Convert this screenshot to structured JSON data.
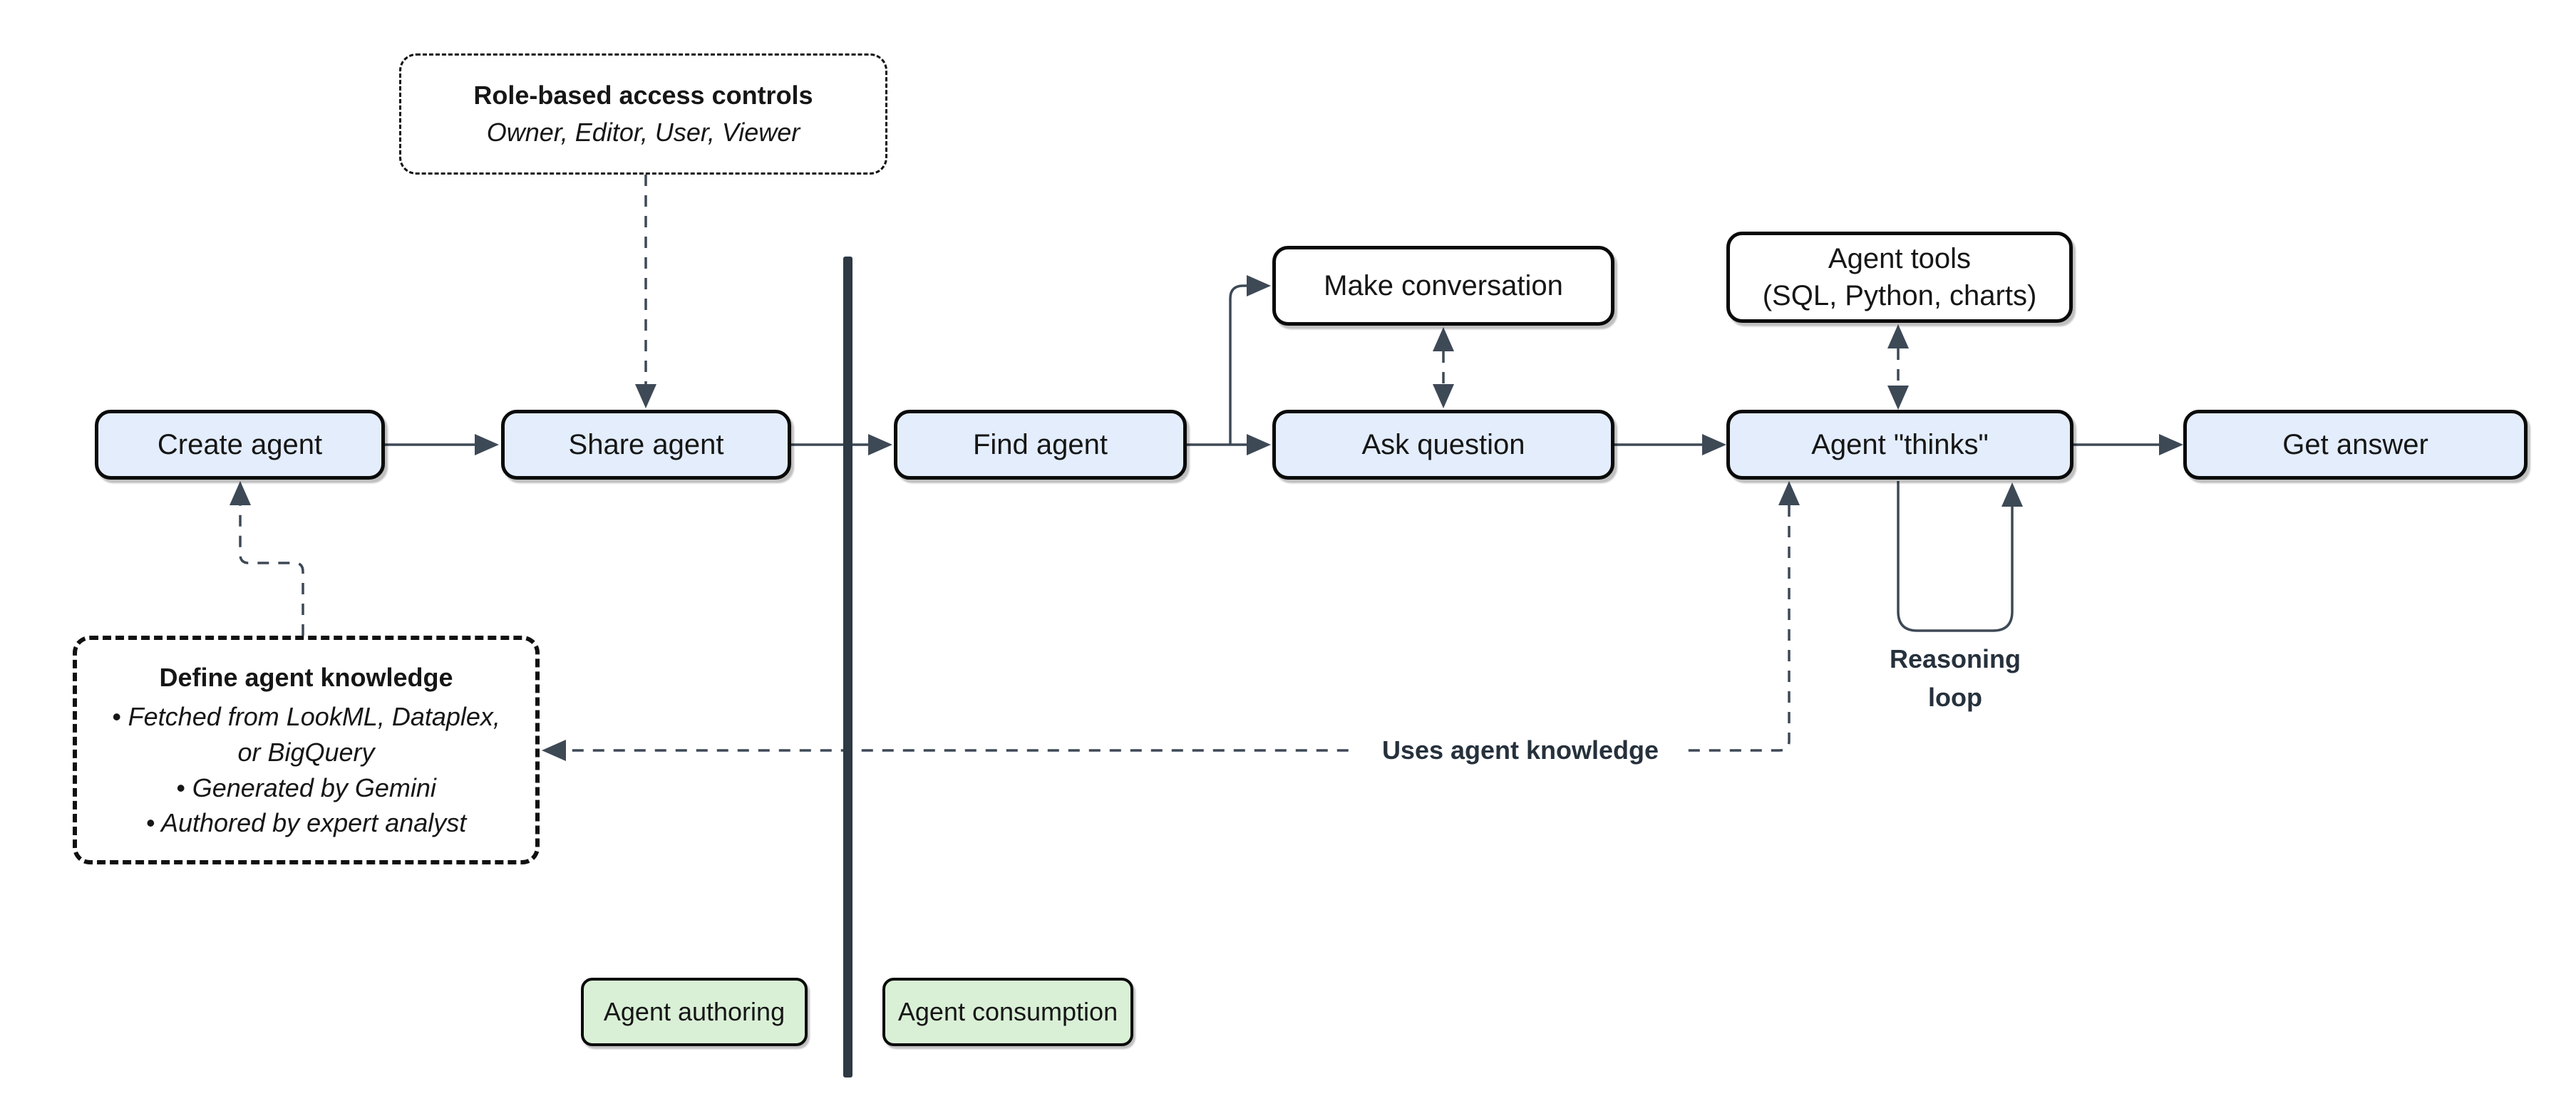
{
  "diagram": {
    "nodes": {
      "create_agent": "Create agent",
      "share_agent": "Share agent",
      "find_agent": "Find agent",
      "make_conversation": "Make conversation",
      "ask_question": "Ask question",
      "agent_tools_line1": "Agent tools",
      "agent_tools_line2": "(SQL, Python, charts)",
      "agent_thinks": "Agent \"thinks\"",
      "get_answer": "Get answer"
    },
    "annotations": {
      "access_controls": {
        "title": "Role-based access controls",
        "roles": "Owner, Editor, User, Viewer"
      },
      "agent_knowledge": {
        "title": "Define agent knowledge",
        "bullets": [
          "• Fetched from LookML, Dataplex, or BigQuery",
          "• Generated by Gemini",
          "• Authored by expert analyst"
        ]
      }
    },
    "edge_labels": {
      "uses_agent_knowledge": "Uses agent knowledge",
      "reasoning_loop_line1": "Reasoning",
      "reasoning_loop_line2": "loop"
    },
    "zones": {
      "authoring": "Agent authoring",
      "consumption": "Agent consumption"
    },
    "colors": {
      "node_fill_blue": "#e3edfc",
      "node_fill_white": "#ffffff",
      "zone_fill_green": "#d9f0d6",
      "connector": "#3e4956",
      "divider": "#2d3943",
      "border": "#0a0a0a"
    }
  }
}
